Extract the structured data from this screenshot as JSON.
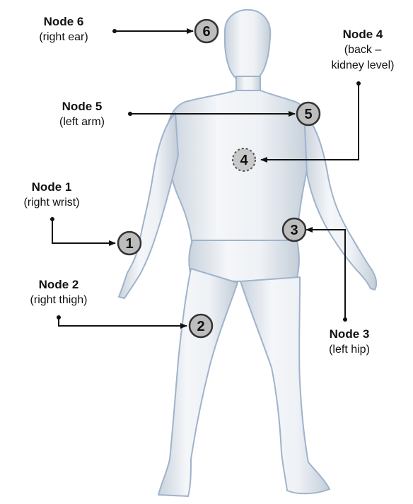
{
  "nodes": [
    {
      "id": "1",
      "title": "Node 1",
      "location": "(right wrist)",
      "hidden": false
    },
    {
      "id": "2",
      "title": "Node 2",
      "location": "(right thigh)",
      "hidden": false
    },
    {
      "id": "3",
      "title": "Node 3",
      "location": "(left hip)",
      "hidden": false
    },
    {
      "id": "4",
      "title": "Node 4",
      "location": "(back –",
      "location2": "kidney level)",
      "hidden": true
    },
    {
      "id": "5",
      "title": "Node 5",
      "location": "(left arm)",
      "hidden": false
    },
    {
      "id": "6",
      "title": "Node 6",
      "location": "(right ear)",
      "hidden": false
    }
  ],
  "colors": {
    "marker_fill": "#bdbdbd",
    "marker_stroke": "#333333",
    "body_fill": "#e9edf2",
    "body_outline": "#9fb3cc",
    "arrow": "#111111"
  }
}
